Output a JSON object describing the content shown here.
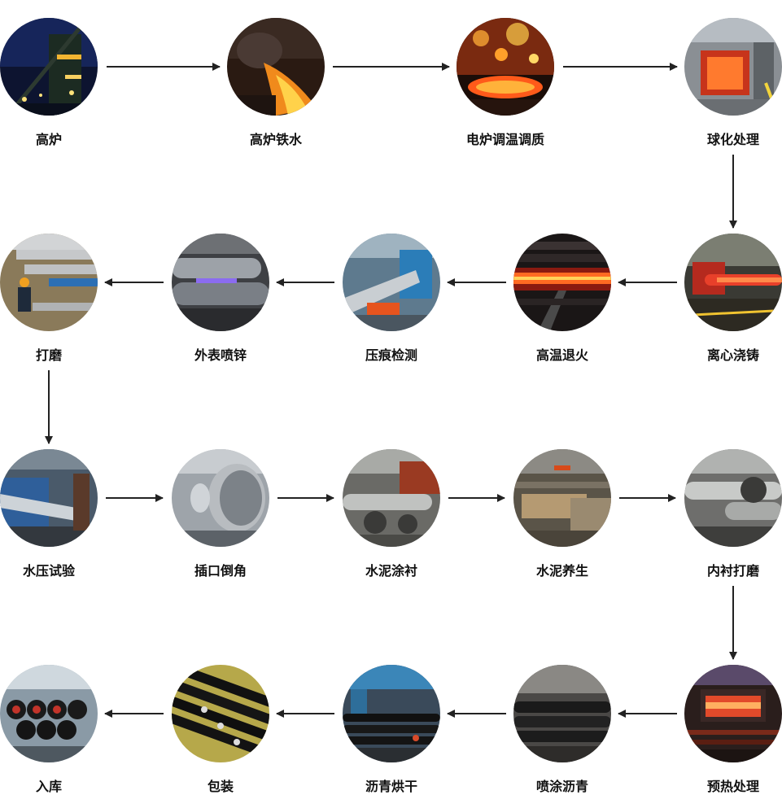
{
  "steps": [
    {
      "label": "高炉",
      "picture": "blast-furnace-night"
    },
    {
      "label": "高炉铁水",
      "picture": "molten-iron-pour"
    },
    {
      "label": "电炉调温调质",
      "picture": "electric-furnace-sparks"
    },
    {
      "label": "球化处理",
      "picture": "spheroidizing-station"
    },
    {
      "label": "离心浇铸",
      "picture": "centrifugal-casting"
    },
    {
      "label": "高温退火",
      "picture": "annealing-furnace"
    },
    {
      "label": "压痕检测",
      "picture": "indentation-inspection"
    },
    {
      "label": "外表喷锌",
      "picture": "zinc-spraying"
    },
    {
      "label": "打磨",
      "picture": "grinding-worker"
    },
    {
      "label": "水压试验",
      "picture": "hydraulic-test"
    },
    {
      "label": "插口倒角",
      "picture": "spigot-chamfer"
    },
    {
      "label": "水泥涂衬",
      "picture": "cement-lining"
    },
    {
      "label": "水泥养生",
      "picture": "cement-curing"
    },
    {
      "label": "内衬打磨",
      "picture": "lining-grinding"
    },
    {
      "label": "预热处理",
      "picture": "preheating-furnace"
    },
    {
      "label": "喷涂沥青",
      "picture": "asphalt-spraying"
    },
    {
      "label": "沥青烘干",
      "picture": "asphalt-drying"
    },
    {
      "label": "包装",
      "picture": "packaging"
    },
    {
      "label": "入库",
      "picture": "warehouse-storage"
    }
  ]
}
